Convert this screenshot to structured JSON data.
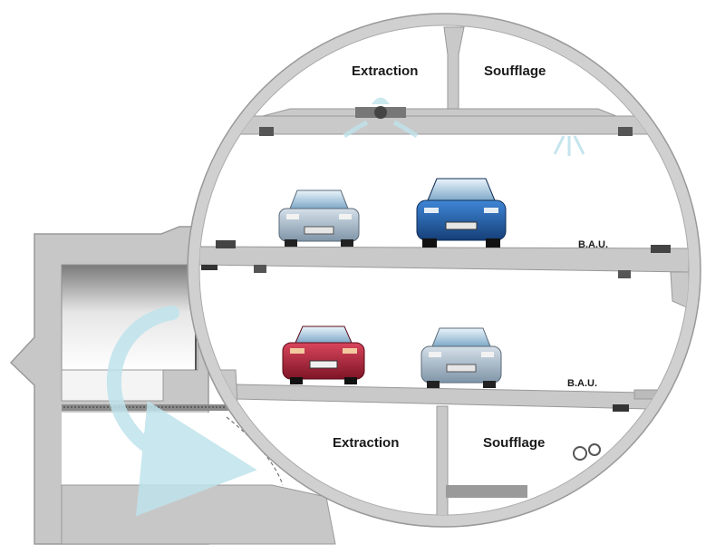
{
  "labels": {
    "upper_extraction": "Extraction",
    "upper_soufflage": "Soufflage",
    "upper_bau": "B.A.U.",
    "lower_bau": "B.A.U.",
    "lower_extraction": "Extraction",
    "lower_soufflage": "Soufflage"
  },
  "colors": {
    "concrete": "#c9c9c9",
    "concrete_dark": "#a9a9a9",
    "airflow": "#bfe3ec",
    "car_blue": "#1f5fa8",
    "car_silver": "#a9bccd",
    "car_red": "#b8243a"
  }
}
